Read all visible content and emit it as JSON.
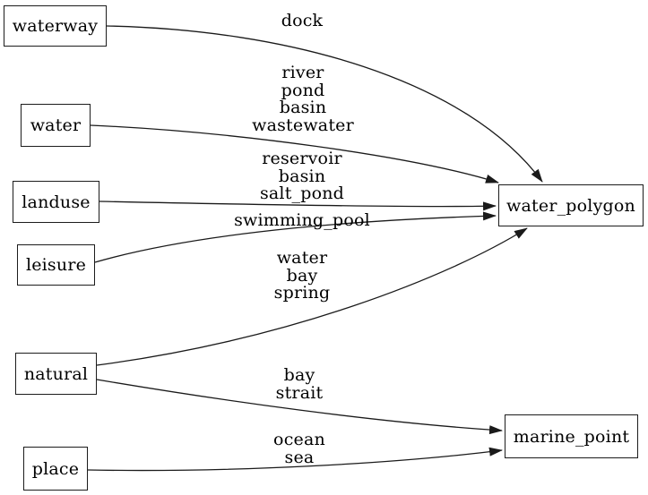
{
  "diagram": {
    "background_color": "#ffffff",
    "line_color": "#1a1a1a",
    "text_color": "#000000",
    "nodes": [
      {
        "id": "waterway",
        "label": "waterway"
      },
      {
        "id": "water",
        "label": "water"
      },
      {
        "id": "landuse",
        "label": "landuse"
      },
      {
        "id": "leisure",
        "label": "leisure"
      },
      {
        "id": "natural",
        "label": "natural"
      },
      {
        "id": "place",
        "label": "place"
      },
      {
        "id": "water_polygon",
        "label": "water_polygon"
      },
      {
        "id": "marine_point",
        "label": "marine_point"
      }
    ],
    "edges": [
      {
        "from": "waterway",
        "to": "water_polygon",
        "labels": [
          "dock"
        ]
      },
      {
        "from": "water",
        "to": "water_polygon",
        "labels": [
          "river",
          "pond",
          "basin",
          "wastewater"
        ]
      },
      {
        "from": "landuse",
        "to": "water_polygon",
        "labels": [
          "reservoir",
          "basin",
          "salt_pond"
        ]
      },
      {
        "from": "leisure",
        "to": "water_polygon",
        "labels": [
          "swimming_pool"
        ]
      },
      {
        "from": "natural",
        "to": "water_polygon",
        "labels": [
          "water",
          "bay",
          "spring"
        ]
      },
      {
        "from": "natural",
        "to": "marine_point",
        "labels": [
          "bay",
          "strait"
        ]
      },
      {
        "from": "place",
        "to": "marine_point",
        "labels": [
          "ocean",
          "sea"
        ]
      }
    ]
  }
}
